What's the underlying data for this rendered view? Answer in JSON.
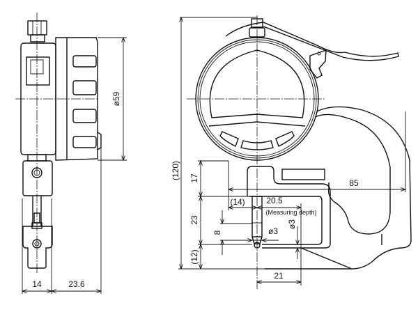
{
  "side_view": {
    "dims": {
      "width_14": "14",
      "depth_23_6": "23.6",
      "dial_dia": "ø59"
    }
  },
  "front_view": {
    "dims": {
      "overall_height": "(120)",
      "h17": "17",
      "h23": "23",
      "h12": "(12)",
      "w85": "85",
      "w14": "(14)",
      "depth": "20.5",
      "depth_note": "(Measuring depth)",
      "h8": "8",
      "spindle_dia": "ø3",
      "anvil_dia": "ø3",
      "w21": "21"
    }
  },
  "colors": {
    "line": "#111111",
    "background": "#ffffff"
  }
}
